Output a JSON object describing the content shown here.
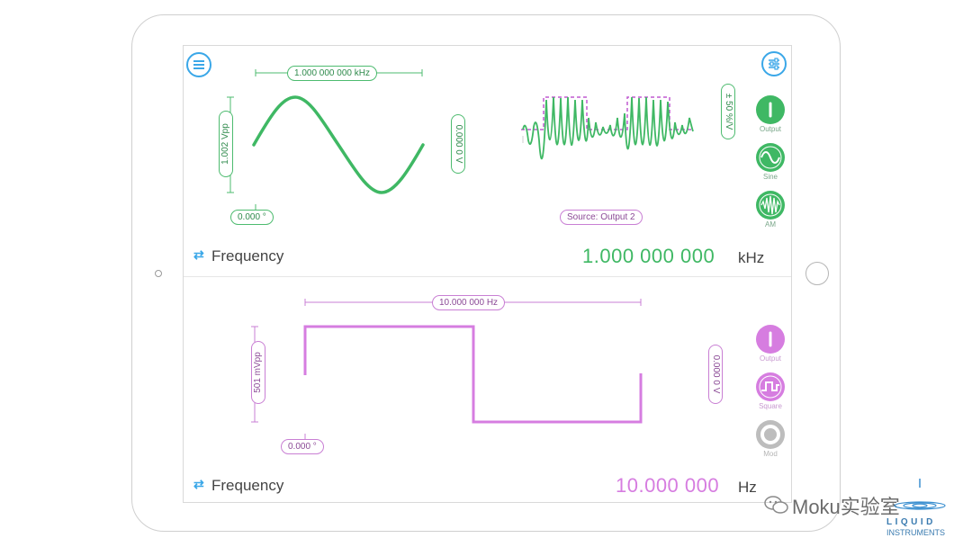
{
  "device": {
    "name": "iPad"
  },
  "top_panel": {
    "channel": 1,
    "color": "#3fb864",
    "frequency_pill": "1.000 000 000 kHz",
    "amplitude_pill": "1.002 Vpp",
    "offset_pill": "0.000 0 V",
    "phase_pill": "0.000 °",
    "mod_depth_pill": "± 50 %/V",
    "mod_source_pill": "Source: Output 2",
    "buttons": [
      {
        "label": "Output",
        "icon": "power-icon"
      },
      {
        "label": "Sine",
        "icon": "sine-wave-icon"
      },
      {
        "label": "AM",
        "icon": "am-modulation-icon"
      }
    ],
    "parameter_label": "Frequency",
    "parameter_value": "1.000 000 000",
    "parameter_unit": "kHz"
  },
  "bottom_panel": {
    "channel": 2,
    "color": "#d67de0",
    "frequency_pill": "10.000 000 Hz",
    "amplitude_pill": "501 mVpp",
    "offset_pill": "0.000 0 V",
    "phase_pill": "0.000 °",
    "buttons": [
      {
        "label": "Output",
        "icon": "power-icon"
      },
      {
        "label": "Square",
        "icon": "square-wave-icon"
      },
      {
        "label": "Mod",
        "icon": "modulation-off-icon"
      }
    ],
    "parameter_label": "Frequency",
    "parameter_value": "10.000 000",
    "parameter_unit": "Hz"
  },
  "watermark": "Moku实验室",
  "logo": {
    "line1": "LIQUID",
    "line2": "INSTRUMENTS"
  }
}
